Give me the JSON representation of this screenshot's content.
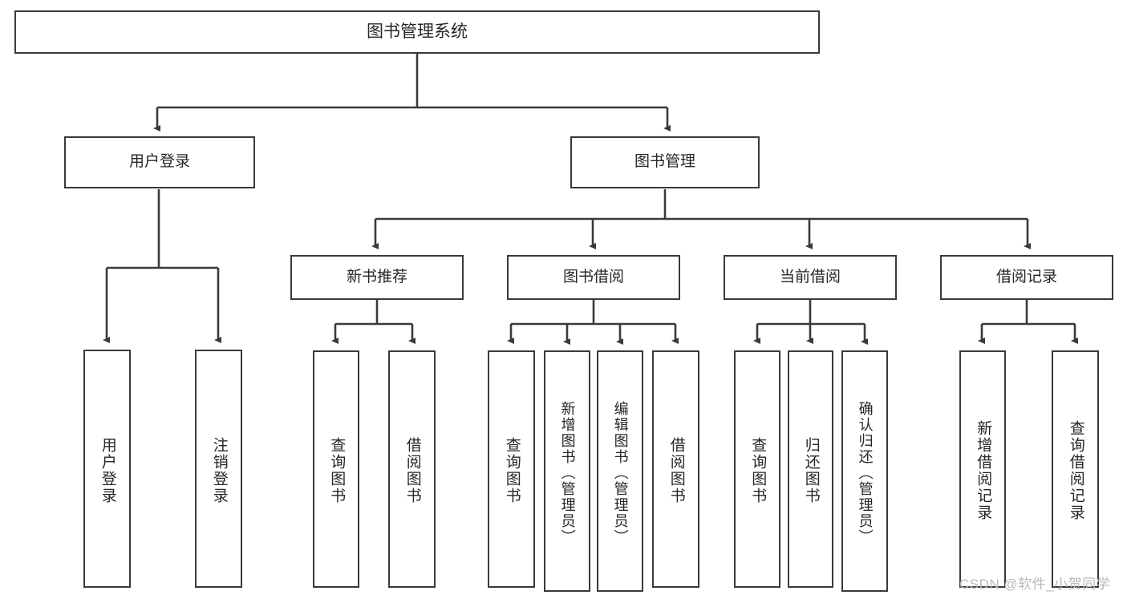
{
  "diagram": {
    "type": "tree-hierarchy-chart",
    "title": "图书管理系统",
    "root": {
      "label": "图书管理系统"
    },
    "level1": [
      {
        "label": "用户登录"
      },
      {
        "label": "图书管理"
      }
    ],
    "level2": [
      {
        "label": "新书推荐"
      },
      {
        "label": "图书借阅"
      },
      {
        "label": "当前借阅"
      },
      {
        "label": "借阅记录"
      }
    ],
    "leaves": {
      "user_login": [
        {
          "label": "用户登录"
        },
        {
          "label": "注销登录"
        }
      ],
      "new_book_recommend": [
        {
          "label": "查询图书"
        },
        {
          "label": "借阅图书"
        }
      ],
      "book_borrow": [
        {
          "label": "查询图书"
        },
        {
          "label": "新增图书（管理员）"
        },
        {
          "label": "编辑图书（管理员）"
        },
        {
          "label": "借阅图书"
        }
      ],
      "current_borrow": [
        {
          "label": "查询图书"
        },
        {
          "label": "归还图书"
        },
        {
          "label": "确认归还（管理员）"
        }
      ],
      "borrow_record": [
        {
          "label": "新增借阅记录"
        },
        {
          "label": "查询借阅记录"
        }
      ]
    }
  },
  "watermark": {
    "text": "CSDN @软件_小贺同学"
  },
  "colors": {
    "stroke": "#3a3a3a",
    "text": "#262626",
    "background": "#ffffff",
    "watermark": "#b9b9b9"
  }
}
